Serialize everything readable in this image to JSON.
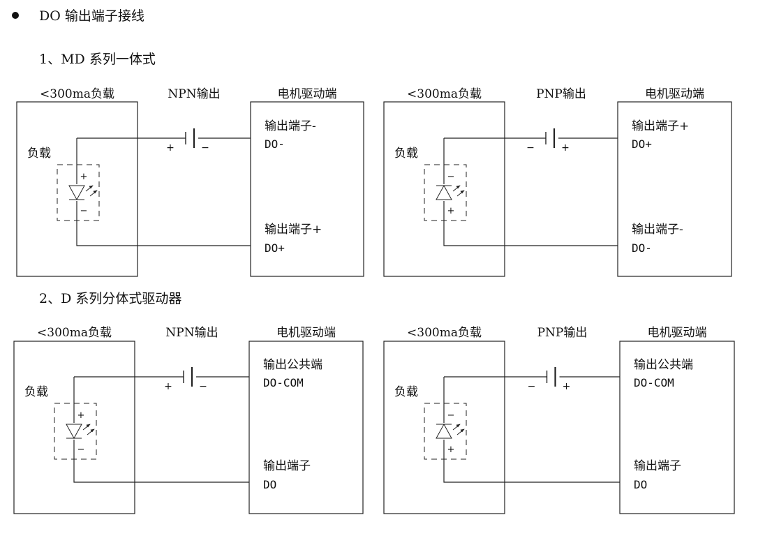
{
  "page": {
    "bullet_title": "DO 输出端子接线",
    "section1_title": "1、MD 系列一体式",
    "section2_title": "2、D 系列分体式驱动器"
  },
  "diagrams": [
    {
      "id": "md-npn",
      "load_label": "<300ma负载",
      "output_label": "NPN输出",
      "driver_label": "电机驱动端",
      "load_text": "负载",
      "battery_left_sign": "+",
      "battery_right_sign": "−",
      "led_top_sign": "+",
      "led_bottom_sign": "−",
      "term1_line1": "输出端子-",
      "term1_line2": "DO-",
      "term2_line1": "输出端子+",
      "term2_line2": "DO+"
    },
    {
      "id": "md-pnp",
      "load_label": "<300ma负载",
      "output_label": "PNP输出",
      "driver_label": "电机驱动端",
      "load_text": "负载",
      "battery_left_sign": "−",
      "battery_right_sign": "+",
      "led_top_sign": "−",
      "led_bottom_sign": "+",
      "term1_line1": "输出端子+",
      "term1_line2": "DO+",
      "term2_line1": "输出端子-",
      "term2_line2": "DO-"
    },
    {
      "id": "d-npn",
      "load_label": "<300ma负载",
      "output_label": "NPN输出",
      "driver_label": "电机驱动端",
      "load_text": "负载",
      "battery_left_sign": "+",
      "battery_right_sign": "−",
      "led_top_sign": "+",
      "led_bottom_sign": "−",
      "term1_line1": "输出公共端",
      "term1_line2": "DO-COM",
      "term2_line1": "输出端子",
      "term2_line2": "DO"
    },
    {
      "id": "d-pnp",
      "load_label": "<300ma负载",
      "output_label": "PNP输出",
      "driver_label": "电机驱动端",
      "load_text": "负载",
      "battery_left_sign": "−",
      "battery_right_sign": "+",
      "led_top_sign": "−",
      "led_bottom_sign": "+",
      "term1_line1": "输出公共端",
      "term1_line2": "DO-COM",
      "term2_line1": "输出端子",
      "term2_line2": "DO"
    }
  ]
}
